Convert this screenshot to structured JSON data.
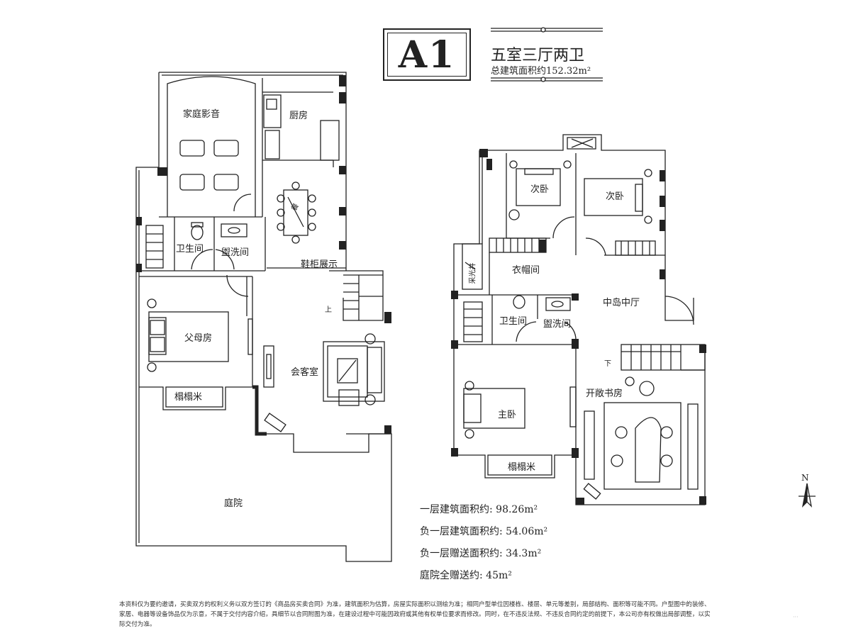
{
  "header": {
    "model": "A1",
    "layout_name": "五室三厅两卫",
    "total_area": "总建筑面积约152.32m²"
  },
  "rooms": {
    "home_theater": "家庭影音",
    "kitchen": "厨房",
    "dining": "餐",
    "bathroom_1": "卫生间",
    "washroom_1": "盥洗间",
    "shoe_cabinet": "鞋柜展示",
    "up": "上",
    "parents_room": "父母房",
    "living_room": "会客室",
    "tatami_1": "榻榻米",
    "courtyard": "庭院",
    "second_bedroom_1": "次卧",
    "second_bedroom_2": "次卧",
    "light_well": "采光井",
    "cloakroom": "衣帽间",
    "island_hall": "中岛中厅",
    "bathroom_2": "卫生间",
    "washroom_2": "盥洗间",
    "down": "下",
    "master_bedroom": "主卧",
    "open_study": "开敞书房",
    "tatami_2": "榻榻米"
  },
  "areas": {
    "first_floor": "一层建筑面积约: 98.26m²",
    "basement": "负一层建筑面积约: 54.06m²",
    "basement_gift": "负一层赠送面积约: 34.3m²",
    "courtyard_gift": "庭院全赠送约: 45m²"
  },
  "compass": {
    "label": "N"
  },
  "disclaimer": "本资料仅为要约邀请，买卖双方的权利义务以双方签订的《商品房买卖合同》为准，建筑面积为估算，房屋实际面积以测绘为准；相同户型单位因楼栋、楼层、单元等差别，局部结构、面积等可能不同。户型图中的装修、家居、电器等设备饰品仅为示意，不属于交付内容介绍，具细节以合同附图为准，在建设过程中可能因政府或其他有权单位要求而修改。同时，在不违反法规、不违反合同约定的前提下，本公司亦有权做出局部调整，以实际交付为准。",
  "watermark": "···"
}
